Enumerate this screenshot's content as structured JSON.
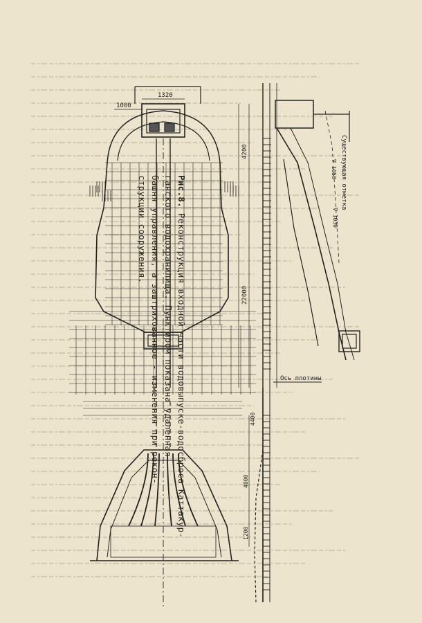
{
  "caption": {
    "label": "Рис.8.",
    "lines": [
      "Реконструкция входной части водовыпуске-водосброса Каттакур-",
      "ганского водохранилища. Пунктиром показана удаленная",
      "башня управления, а заштрихованное - изменения при рекон-",
      "струкции сооружения."
    ]
  },
  "dimensions": {
    "top_width": "1320",
    "left_offset": "1000",
    "elev_mid": "4200",
    "elev_long": "22000",
    "elev_lower1": "4400",
    "elev_lower2": "4000",
    "elev_lower3": "1200"
  },
  "elevation_labels": {
    "dam_crest_annot": "Существующая отметка",
    "level_top": "∇ 1050",
    "level_mid": "∇ 1030",
    "dam_axis": "Ось плотины"
  },
  "colors": {
    "paper": "#ece4cd",
    "ink": "#2a2620",
    "bleed_text": "#b9ae98"
  }
}
